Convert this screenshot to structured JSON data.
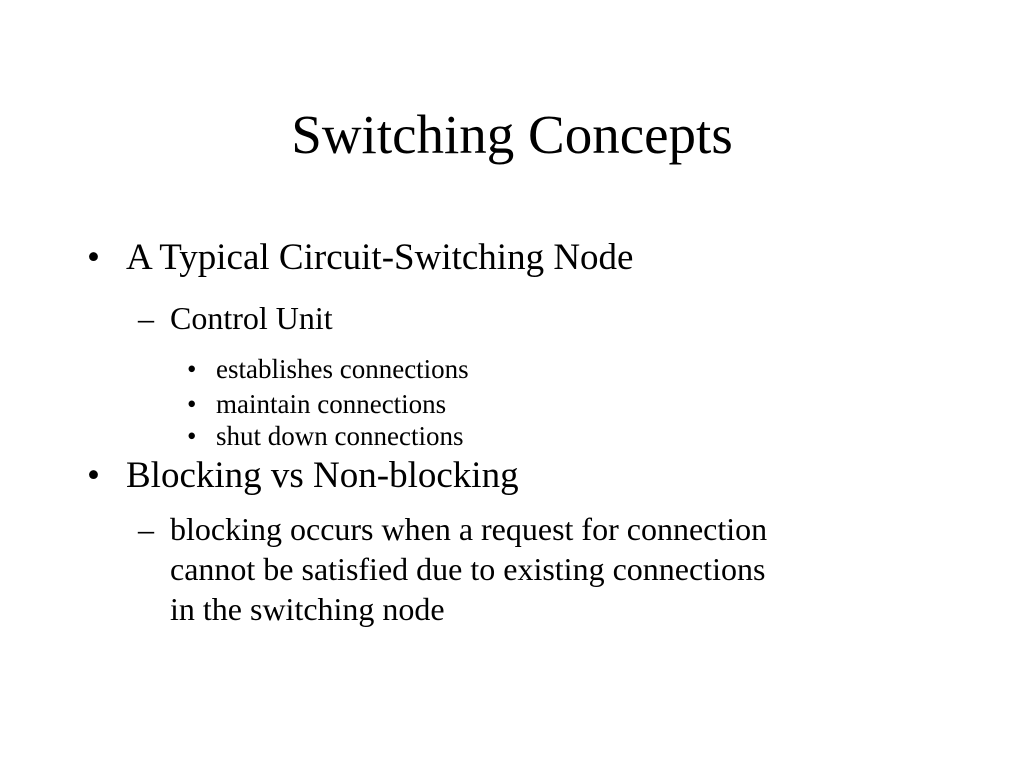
{
  "slide": {
    "title": "Switching Concepts",
    "bullet_symbol": "•",
    "dash_symbol": "–",
    "items": [
      {
        "text": "A Typical Circuit-Switching Node",
        "children": [
          {
            "text": "Control Unit",
            "children": [
              {
                "text": "establishes connections"
              },
              {
                "text": "maintain connections"
              },
              {
                "text": "shut down connections"
              }
            ]
          }
        ]
      },
      {
        "text": "Blocking vs Non-blocking",
        "children": [
          {
            "lines": [
              "blocking occurs when a request for connection",
              "cannot be satisfied due to existing connections",
              "in the switching node"
            ]
          }
        ]
      }
    ]
  }
}
